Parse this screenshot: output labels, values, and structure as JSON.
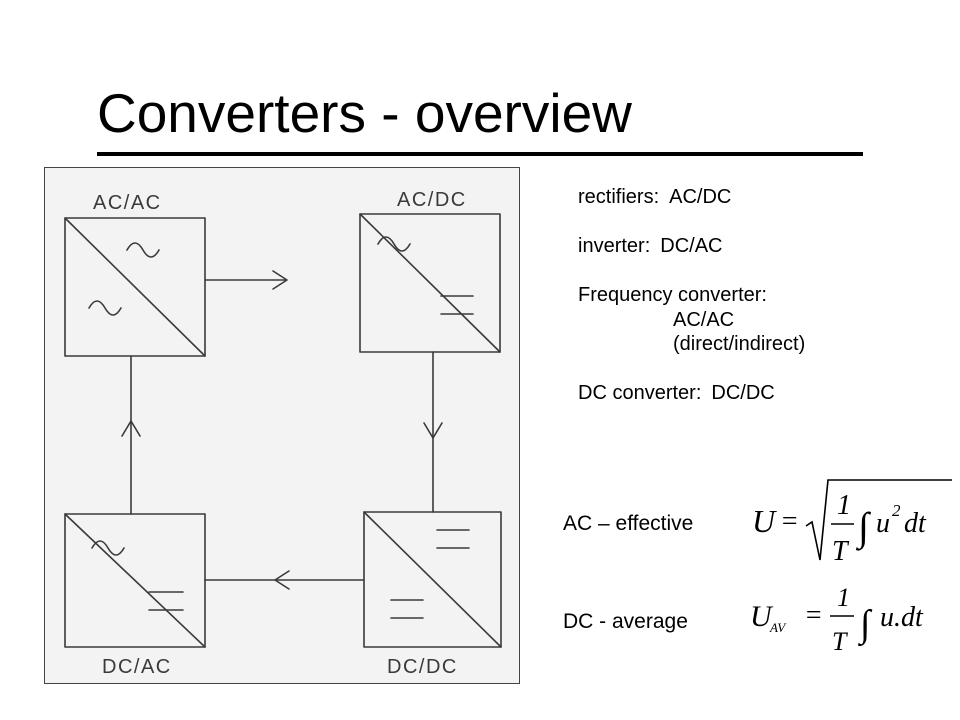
{
  "slide": {
    "title": "Converters - overview"
  },
  "diagram": {
    "blocks": [
      {
        "label": "AC/AC",
        "position": "top-left",
        "input_symbol": "sine",
        "output_symbol": "sine"
      },
      {
        "label": "AC/DC",
        "position": "top-right",
        "input_symbol": "sine",
        "output_symbol": "dc"
      },
      {
        "label": "DC/AC",
        "position": "bottom-left",
        "input_symbol": "sine",
        "output_symbol": "dc"
      },
      {
        "label": "DC/DC",
        "position": "bottom-right",
        "input_symbol": "dc",
        "output_symbol": "dc"
      }
    ]
  },
  "definitions": {
    "rectifiers_label": "rectifiers:",
    "rectifiers_value": "AC/DC",
    "inverter_label": "inverter:",
    "inverter_value": "DC/AC",
    "frequency_label": "Frequency converter:",
    "frequency_value": "AC/AC",
    "frequency_note": "(direct/indirect)",
    "dc_label": "DC converter:",
    "dc_value": "DC/DC"
  },
  "formulas": {
    "ac_label": "AC – effective",
    "dc_label": "DC - average",
    "ac_lhs": "U",
    "ac_equals": "=",
    "ac_numerator": "1",
    "ac_denominator": "T",
    "ac_integral": "∫",
    "ac_integrand": "u",
    "ac_exponent": "2",
    "ac_differential": "dt",
    "dc_lhs": "U",
    "dc_subscript": "AV",
    "dc_equals": "=",
    "dc_numerator": "1",
    "dc_denominator": "T",
    "dc_integral": "∫",
    "dc_integrand": "u.dt"
  }
}
